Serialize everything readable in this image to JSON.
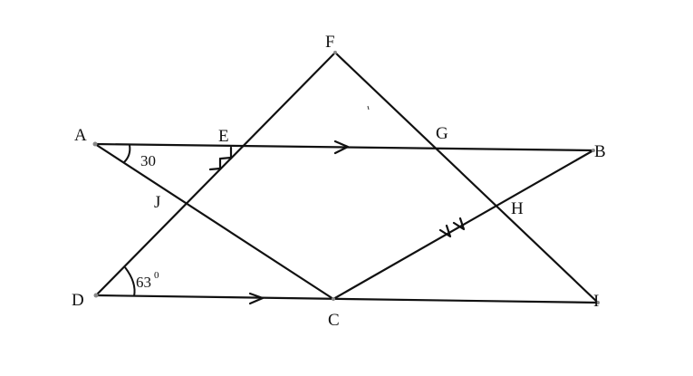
{
  "points": {
    "A": {
      "label": "A"
    },
    "B": {
      "label": "B"
    },
    "C": {
      "label": "C"
    },
    "D": {
      "label": "D"
    },
    "E": {
      "label": "E"
    },
    "F": {
      "label": "F"
    },
    "G": {
      "label": "G"
    },
    "H": {
      "label": "H"
    },
    "I": {
      "label": "I"
    },
    "J": {
      "label": "J"
    }
  },
  "angles": {
    "at_A": {
      "value": "30"
    },
    "at_D": {
      "value": "63",
      "degree_mark": "0"
    }
  }
}
